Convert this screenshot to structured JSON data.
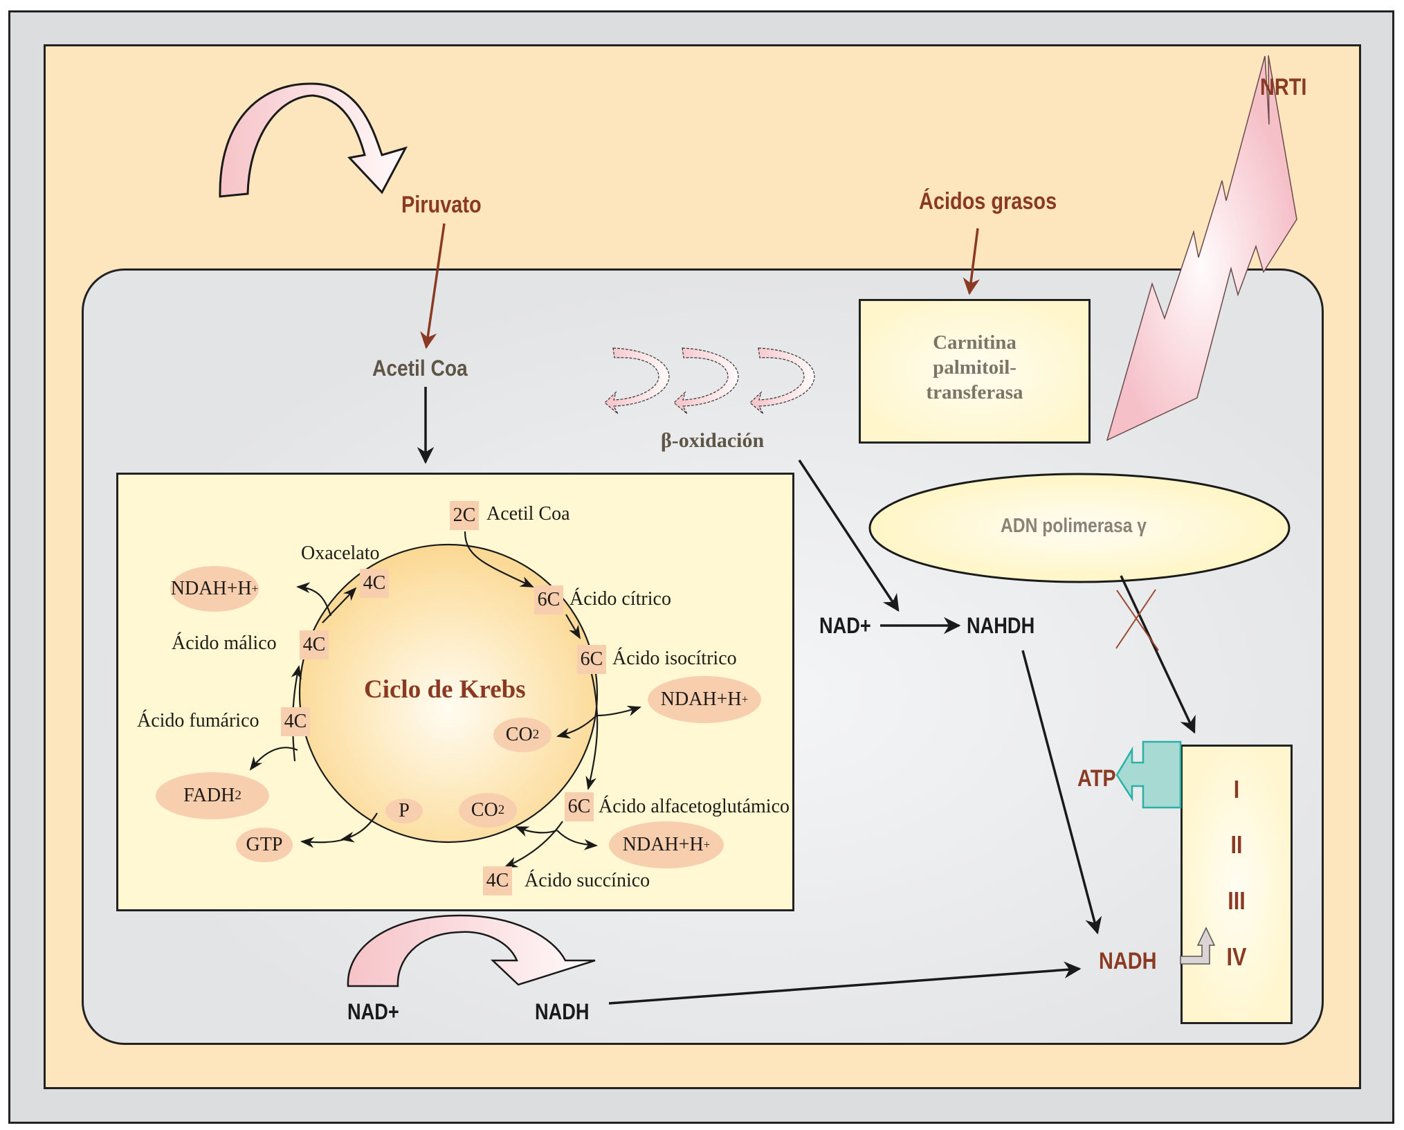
{
  "diagram": {
    "title": "Ciclo de Krebs",
    "cytoplasm_labels": {
      "piruvato": "Piruvato",
      "acidos_grasos": "Ácidos grasos",
      "nrti": "NRTI"
    },
    "mitochondria_labels": {
      "acetil_coa": "Acetil Coa",
      "beta_oxidacion": "β-oxidación",
      "carnitina_line1": "Carnitina",
      "carnitina_line2": "palmitoil-",
      "carnitina_line3": "transferasa",
      "adn_polimerasa": "ADN polimerasa γ",
      "nad_plus_right": "NAD+",
      "nahdh": "NAHDH",
      "atp": "ATP",
      "nadh_right": "NADH",
      "nad_plus_bottom": "NAD+",
      "nadh_bottom": "NADH"
    },
    "electron_chain_complexes": [
      "I",
      "II",
      "III",
      "IV"
    ],
    "krebs_cycle": {
      "intermediates": [
        {
          "carbons": "2C",
          "name": "Acetil Coa"
        },
        {
          "carbons": "6C",
          "name": "Ácido cítrico"
        },
        {
          "carbons": "6C",
          "name": "Ácido isocítrico"
        },
        {
          "carbons": "6C",
          "name": "Ácido alfacetoglutámico"
        },
        {
          "carbons": "4C",
          "name": "Ácido succínico"
        },
        {
          "carbons": "4C",
          "name": "Ácido fumárico"
        },
        {
          "carbons": "4C",
          "name": "Ácido málico"
        },
        {
          "carbons": "4C",
          "name": "Oxacelato"
        }
      ],
      "products": {
        "ndah_1": "NDAH+H",
        "ndah_2": "NDAH+H",
        "ndah_3": "NDAH+H",
        "ndah_sup": "+",
        "co2_1": "CO",
        "co2_2": "CO",
        "co2_sub": "2",
        "fadh": "FADH",
        "fadh_sub": "2",
        "gtp": "GTP",
        "p": "P"
      }
    },
    "colors": {
      "outer_frame": "#dcdcdc",
      "cytoplasm": "#fde5bd",
      "mitochondria": "#e4e5e7",
      "krebs_box": "#fff8d2",
      "label_brown": "#8a3a22",
      "oval_fill": "#f7cfae",
      "atp_arrow": "#a6dad3",
      "inhibition_x": "#9b4a32"
    }
  }
}
